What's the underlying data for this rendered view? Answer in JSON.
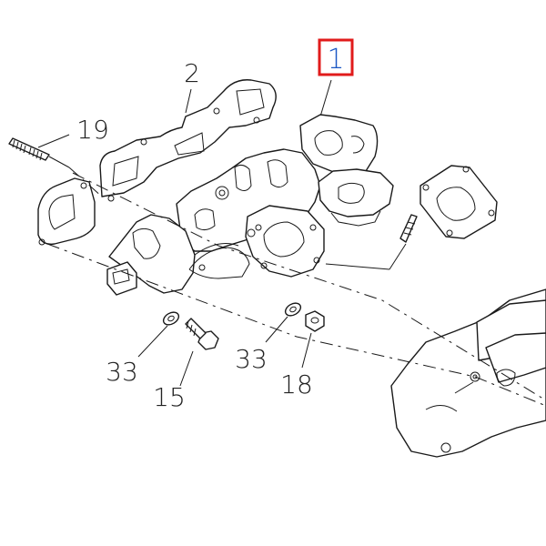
{
  "diagram": {
    "callouts": {
      "highlighted": "1",
      "gasket_main": "2",
      "stud": "19",
      "washer_left": "33",
      "bolt": "15",
      "washer_right": "33",
      "nut": "18"
    },
    "colors": {
      "highlight_box": "#e11b1b",
      "highlight_text": "#1b57c4",
      "line": "#1a1a1a"
    }
  }
}
